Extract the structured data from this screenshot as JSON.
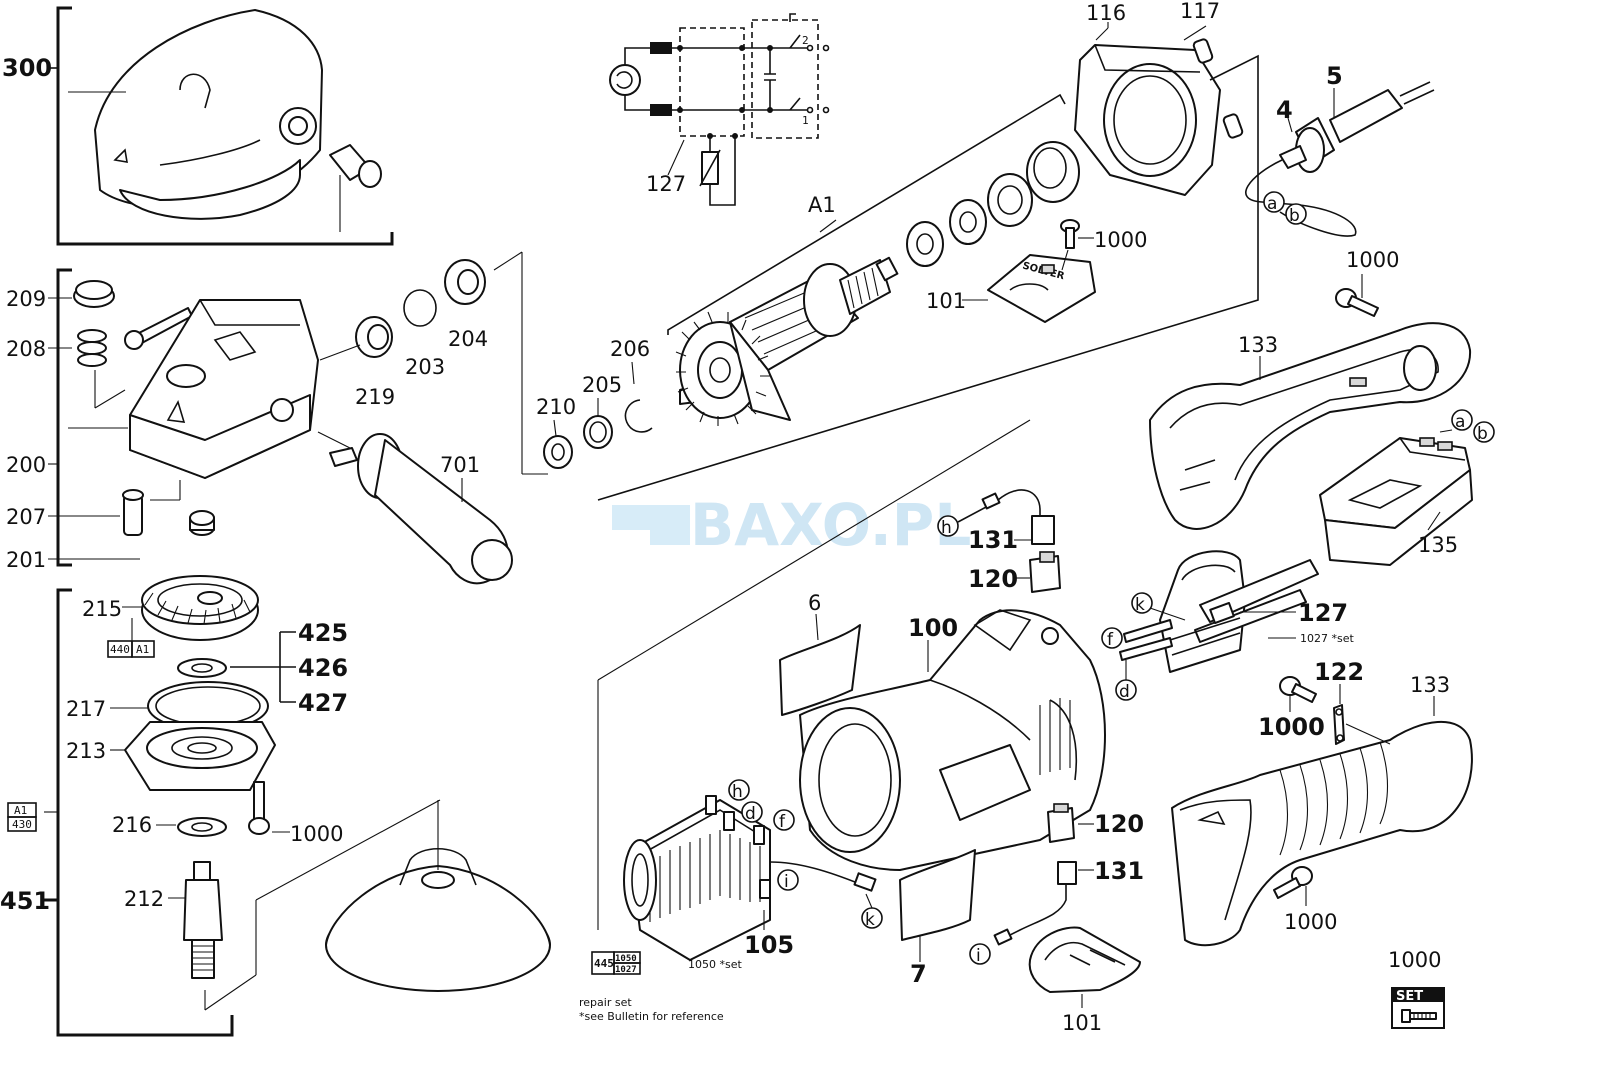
{
  "watermark": "BAXO.PL",
  "labels": {
    "l300": "300",
    "l209": "209",
    "l208": "208",
    "l200": "200",
    "l207": "207",
    "l201": "201",
    "l215": "215",
    "l425": "425",
    "l426": "426",
    "l427": "427",
    "l217": "217",
    "l213": "213",
    "l216": "216",
    "l1000a": "1000",
    "l212": "212",
    "l451": "451",
    "l219": "219",
    "l203": "203",
    "l204": "204",
    "l701": "701",
    "l210": "210",
    "l205": "205",
    "l206": "206",
    "lA1": "A1",
    "l127top": "127",
    "l116": "116",
    "l117": "117",
    "l4": "4",
    "l5": "5",
    "l1000b": "1000",
    "l101top": "101",
    "l1000c": "1000",
    "l133top": "133",
    "l135": "135",
    "l131top": "131",
    "l120top": "120",
    "l127": "127",
    "l1027set": "1027 *set",
    "l6": "6",
    "l100": "100",
    "l122": "122",
    "l1000d": "1000",
    "l133": "133",
    "l120b": "120",
    "l131b": "131",
    "l1000e": "1000",
    "l105": "105",
    "l1050set": "1050 *set",
    "l7": "7",
    "l101b": "101",
    "l1000set": "1000"
  },
  "letters": {
    "a1": "a",
    "b1": "b",
    "a2": "a",
    "b2": "b",
    "h1": "h",
    "k1": "k",
    "f1": "f",
    "d1": "d",
    "h2": "h",
    "d2": "d",
    "f2": "f",
    "i1": "i",
    "k2": "k",
    "i2": "i"
  },
  "boxes": {
    "box440": "440",
    "box440b": "A1",
    "boxA1": "A1",
    "boxA1b": "430",
    "box445": "445",
    "box445a": "1050",
    "box445b": "1027",
    "set": "SET"
  },
  "notes": {
    "repair": "repair set",
    "bulletin": "*see Bulletin for reference"
  },
  "schematic": {
    "sw2": "2",
    "sw1": "1"
  },
  "cover_text": "SOLVER"
}
